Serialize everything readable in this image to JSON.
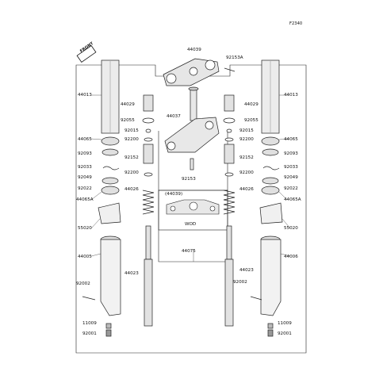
{
  "figure_code": "F2340",
  "front_label": "FRONT",
  "parts": {
    "p44039_top": "44039",
    "p92153a": "92153A",
    "p44013_l": "44013",
    "p44013_r": "44013",
    "p44029_l": "44029",
    "p44029_r": "44029",
    "p92055_l": "92055",
    "p92055_r": "92055",
    "p44037": "44037",
    "p92015_l": "92015",
    "p92015_r": "92015",
    "p92200_l1": "92200",
    "p92200_r1": "92200",
    "p44065_l": "44065",
    "p44065_r": "44065",
    "p92093_l": "92093",
    "p92093_r": "92093",
    "p92152_l": "92152",
    "p92152_r": "92152",
    "p92033_l": "92033",
    "p92033_r": "92033",
    "p92200_l2": "92200",
    "p92200_r2": "92200",
    "p92049_l": "92049",
    "p92049_r": "92049",
    "p92153": "92153",
    "p44026_l": "44026",
    "p44026_r": "44026",
    "p92022_l": "92022",
    "p92022_r": "92022",
    "p44065a_l": "44065A",
    "p44065a_r": "44065A",
    "p44039_box": "(44039)",
    "box_note": "WOD",
    "p55020_l": "55020",
    "p55020_r": "55020",
    "p44005": "44005",
    "p44006": "44006",
    "p44075": "44075",
    "p44023_l": "44023",
    "p44023_r": "44023",
    "p92002_l": "92002",
    "p92002_r": "92002",
    "p11009_l": "11009",
    "p11009_r": "11009",
    "p92001_l": "92001",
    "p92001_r": "92001"
  }
}
